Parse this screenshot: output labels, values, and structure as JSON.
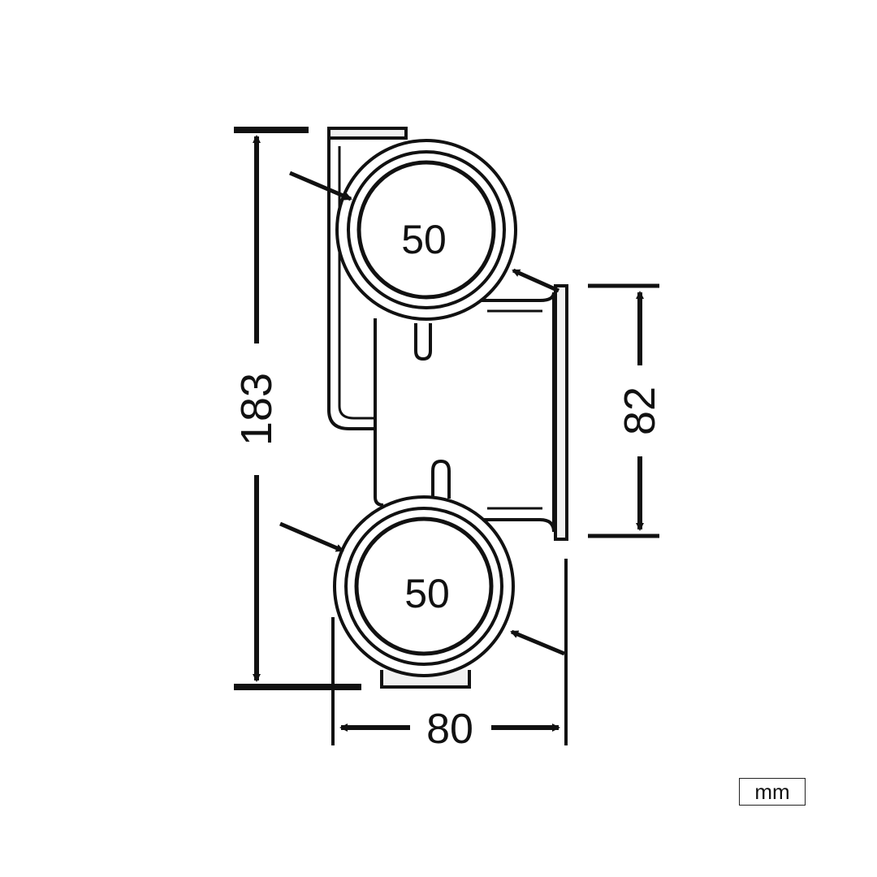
{
  "dimensions": {
    "upper_outlet": "50",
    "lower_outlet": "50",
    "overall_height": "183",
    "outlet_spacing": "82",
    "depth": "80"
  },
  "unit": "mm",
  "colors": {
    "line": "#111111",
    "background": "#ffffff"
  }
}
